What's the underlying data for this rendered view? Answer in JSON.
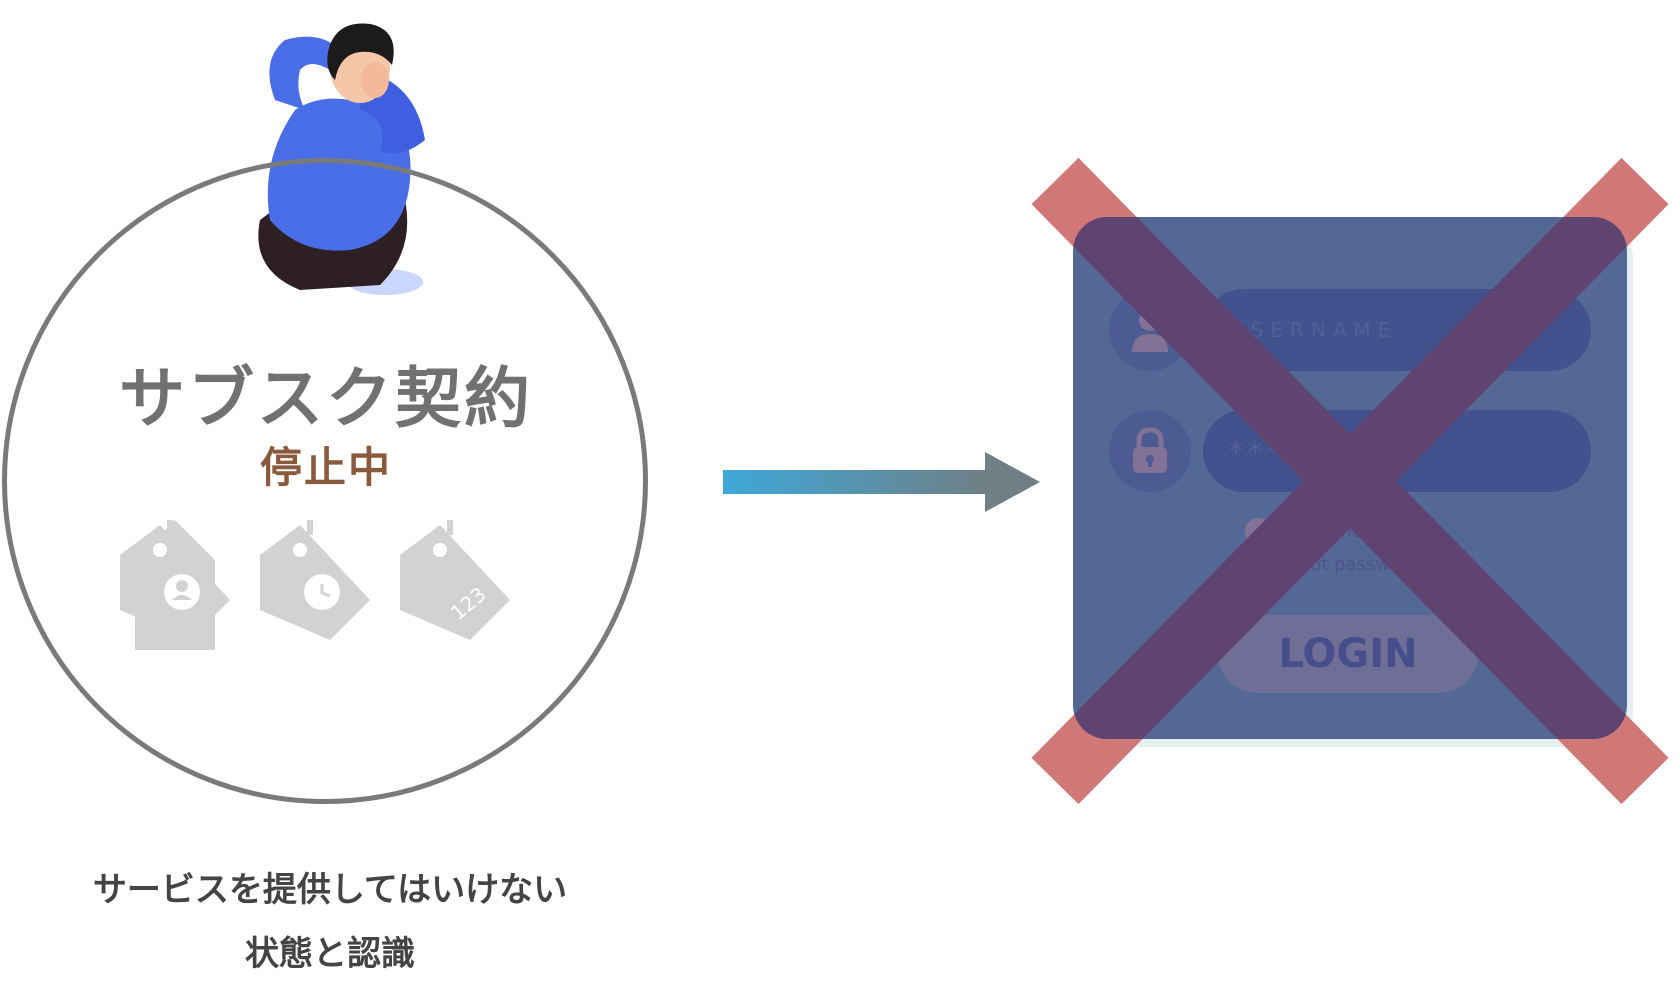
{
  "subscription": {
    "title": "サブスク契約",
    "status": "停止中",
    "tags": [
      {
        "icon": "person-tag-icon"
      },
      {
        "icon": "clock-tag-icon"
      },
      {
        "icon": "number-tag-icon",
        "text": "123"
      }
    ]
  },
  "caption": {
    "line1": "サービスを提供してはいけない",
    "line2": "状態と認識"
  },
  "login": {
    "username_placeholder": "USERNAME",
    "password_mask": "*******",
    "remember_label": "Remember me",
    "forgot_label": "Forgot password?",
    "button_label": "LOGIN"
  },
  "colors": {
    "circle_border": "#7a7a7a",
    "title": "#717171",
    "status": "#8b5a3c",
    "panel": "#44d3ff",
    "cross_red": "#d07878",
    "cross_dark": "#6e4f7a"
  }
}
